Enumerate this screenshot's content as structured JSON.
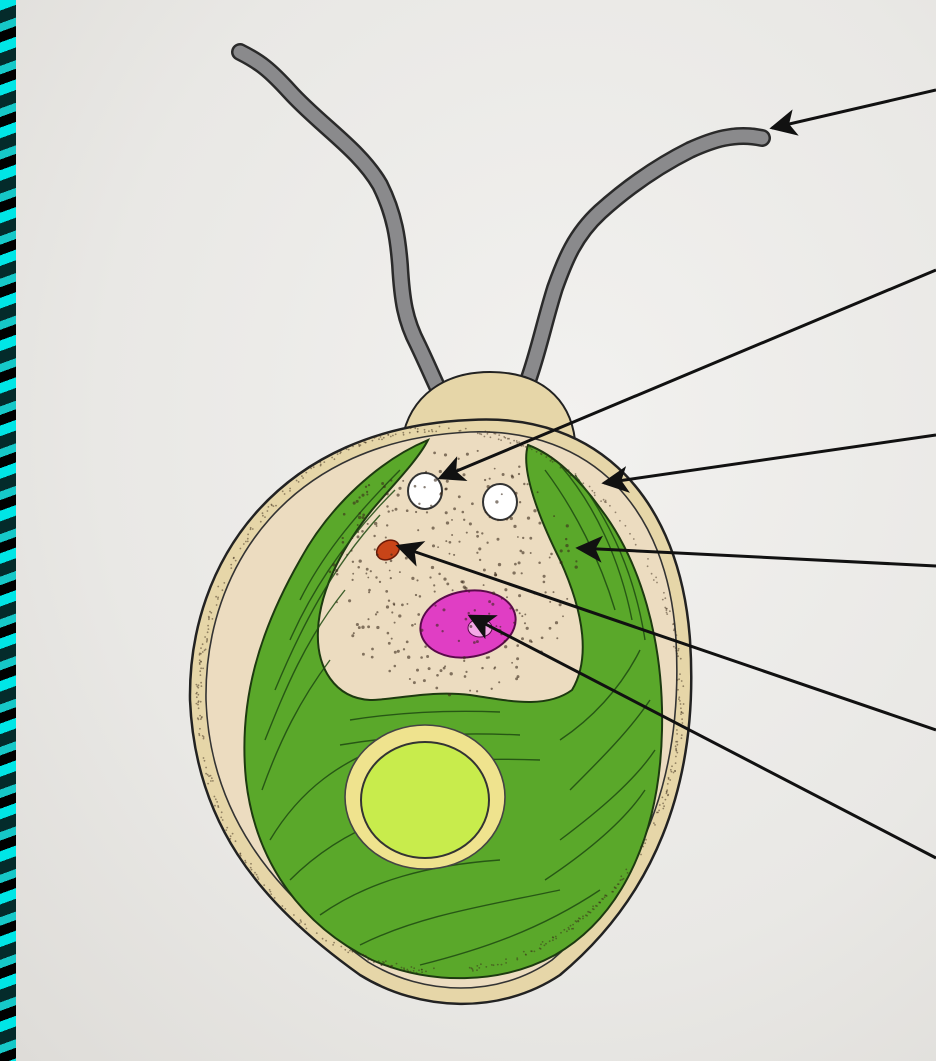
{
  "diagram": {
    "subject": "chlamydomonas-cell",
    "labels": [],
    "pointers": [
      {
        "name": "flagellum-pointer",
        "target": "flagellum"
      },
      {
        "name": "contractile-vacuole-pointer",
        "target": "contractile-vacuole"
      },
      {
        "name": "cell-wall-pointer",
        "target": "cell-wall"
      },
      {
        "name": "chloroplast-pointer",
        "target": "chloroplast"
      },
      {
        "name": "eyespot-pointer",
        "target": "eyespot"
      },
      {
        "name": "nucleus-pointer",
        "target": "nucleus"
      }
    ],
    "colors": {
      "flagella": "#8a8a8c",
      "chloroplast": "#5aa82a",
      "cytoplasm": "#ecdcc0",
      "cell-wall": "#e6d6a8",
      "nucleus": "#e03ec4",
      "pyrenoid": "#c8ec4c",
      "eyespot": "#c84418",
      "arrow": "#111111"
    }
  }
}
